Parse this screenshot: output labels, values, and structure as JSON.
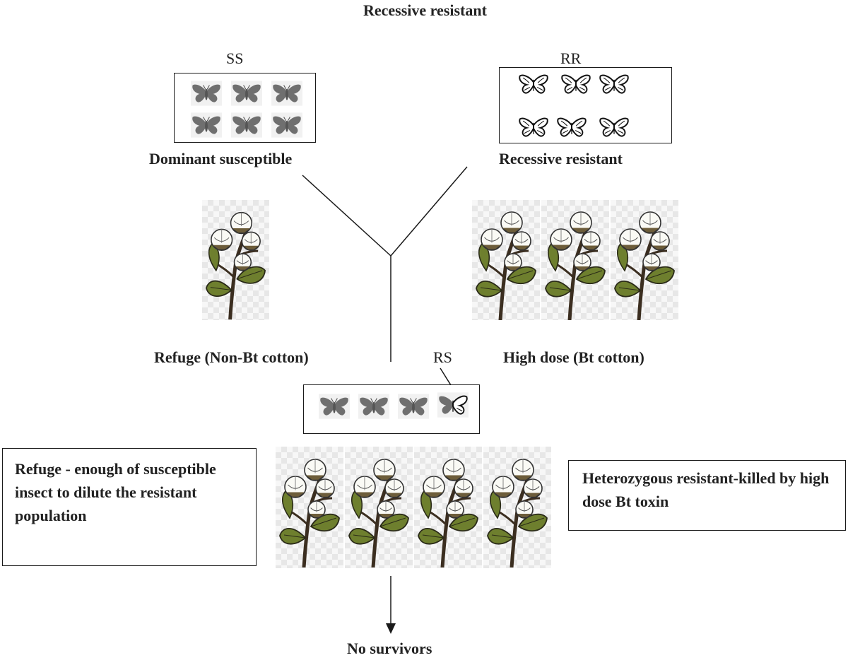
{
  "top_title": "Recessive resistant",
  "ss": {
    "genotype": "SS",
    "caption": "Dominant susceptible"
  },
  "rr": {
    "genotype": "RR",
    "caption": "Recessive resistant"
  },
  "refuge_label": "Refuge (Non-Bt cotton)",
  "rs_label": "RS",
  "high_dose_label": "High dose (Bt cotton)",
  "left_note": "Refuge - enough of susceptible insect to dilute the resistant population",
  "right_note": "Heterozygous resistant-killed by high dose Bt toxin",
  "outcome": "No survivors",
  "colors": {
    "susceptible_moth": "#6f6f6f",
    "line": "#1a1a1a",
    "leaf": "#6e7f2e",
    "boll": "#fafaf5"
  }
}
